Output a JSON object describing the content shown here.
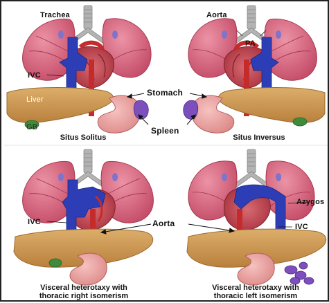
{
  "labels": {
    "trachea": "Trachea",
    "aorta_top": "Aorta",
    "pa": "PA",
    "ivc_q1": "IVC",
    "liver": "Liver",
    "gb": "GB",
    "stomach": "Stomach",
    "spleen": "Spleen",
    "ivc_q3": "IVC",
    "aorta_bottom": "Aorta",
    "azygos": "Azygos",
    "ivc_q4": "IVC"
  },
  "captions": {
    "q1": "Situs Solitus",
    "q2": "Situs Inversus",
    "q3_line1": "Visceral heterotaxy with",
    "q3_line2": "thoracic right isomerism",
    "q4_line1": "Visceral heterotaxy with",
    "q4_line2": "thoracic left isomerism"
  },
  "colors": {
    "lung": "#c9506a",
    "lung_light": "#e07d93",
    "heart": "#b83545",
    "vein": "#2f3fb8",
    "aorta": "#c62b2b",
    "liver": "#c99350",
    "stomach": "#e8a2a2",
    "spleen": "#7a4bb5",
    "gallbladder": "#3d8a3a",
    "trachea": "#a9a9a9"
  }
}
